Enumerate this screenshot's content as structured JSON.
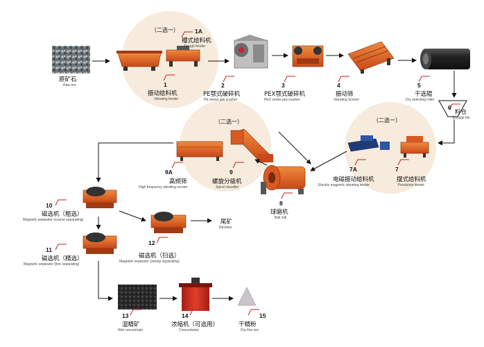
{
  "choose_label": "（二选一）",
  "items": {
    "raw": {
      "cn": "原矿石",
      "en": "Raw ore"
    },
    "s1": {
      "num": "1",
      "cn": "振动给料机",
      "en": "Vibrating feeder"
    },
    "s1a": {
      "num": "1A",
      "cn": "槽式给料机",
      "en": "Trough feeder"
    },
    "s2": {
      "num": "2",
      "cn": "PE颚式破碎机",
      "en": "PE series jaw crusher"
    },
    "s3": {
      "num": "3",
      "cn": "PEX颚式破碎机",
      "en": "PEX series jaw crusher"
    },
    "s4": {
      "num": "4",
      "cn": "振动筛",
      "en": "Vibrating Screen"
    },
    "s5": {
      "num": "5",
      "cn": "干选辊",
      "en": "Dry selecting roller"
    },
    "s6": {
      "num": "6",
      "cn": "料仓",
      "en": "Storage bin"
    },
    "s7": {
      "num": "7",
      "cn": "摆式给料机",
      "en": "Pendulum feeder"
    },
    "s7a": {
      "num": "7A",
      "cn": "电磁振动给料机",
      "en": "Electric magnetic vibrating feeder"
    },
    "s8": {
      "num": "8",
      "cn": "球磨机",
      "en": "Ball mill"
    },
    "s9": {
      "num": "9",
      "cn": "螺旋分级机",
      "en": "Spiral classifier"
    },
    "s9a": {
      "num": "9A",
      "cn": "高频筛",
      "en": "High frequency vibrating screen"
    },
    "s10": {
      "num": "10",
      "cn": "磁选机（粗选）",
      "en": "Magnetic separator (coarse separating)"
    },
    "s11": {
      "num": "11",
      "cn": "磁选机（精选）",
      "en": "Magnetic separator (fine separating)"
    },
    "s12": {
      "num": "12",
      "cn": "磁选机（扫选）",
      "en": "Magnetic separator (sweep separating)"
    },
    "tail": {
      "cn": "尾矿",
      "en": "Residue"
    },
    "s13": {
      "num": "13",
      "cn": "湿精矿",
      "en": "Wet concentrate"
    },
    "s14": {
      "num": "14",
      "cn": "浓缩机（可选用）",
      "en": "Concentrator"
    },
    "s15": {
      "num": "15",
      "cn": "干精粉",
      "en": "Dry fine ore"
    }
  }
}
